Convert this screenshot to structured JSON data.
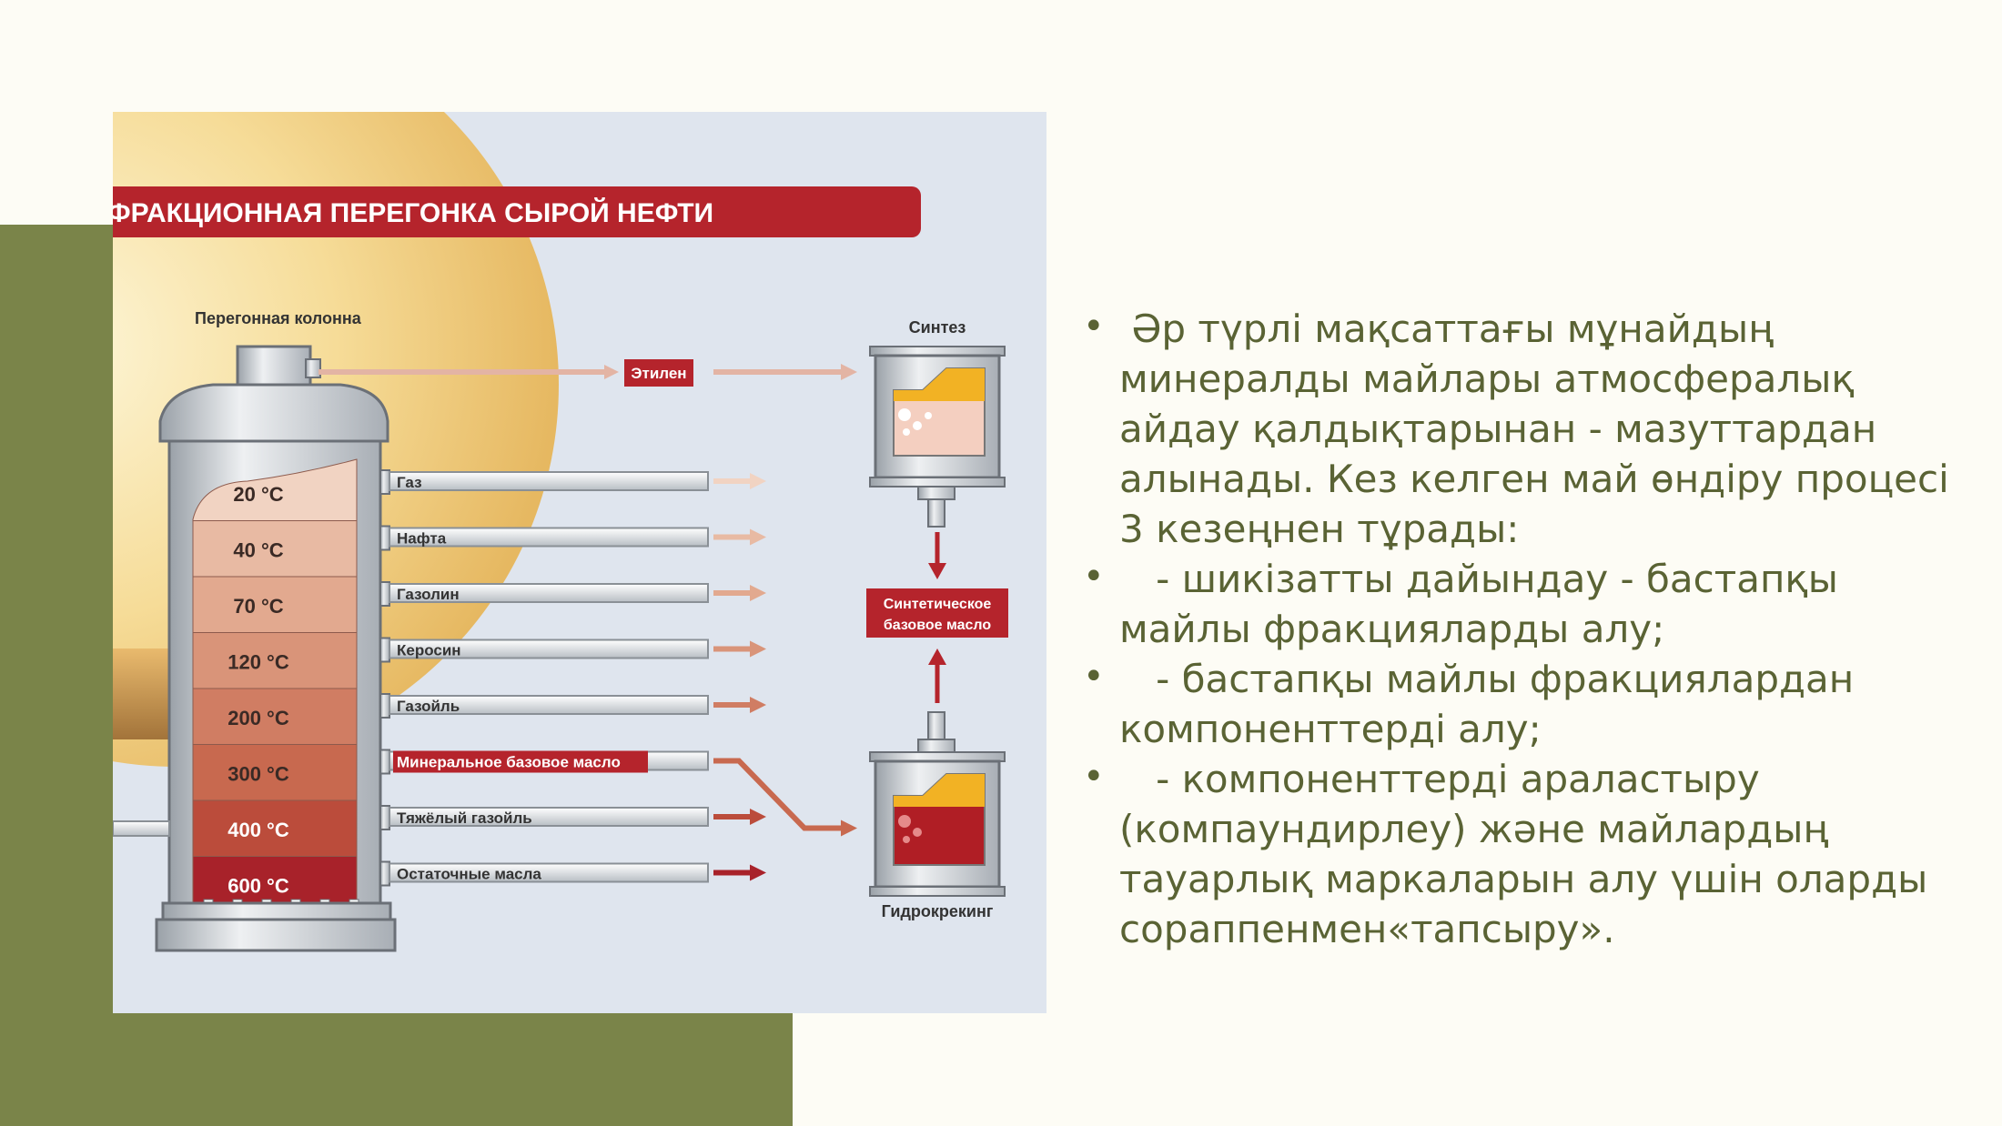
{
  "diagram": {
    "title": "ФРАКЦИОННАЯ ПЕРЕГОНКА СЫРОЙ НЕФТИ",
    "column_label": "Перегонная колонна",
    "synthesis_label": "Синтез",
    "hydrocracking_label": "Гидрокрекинг",
    "ethylene_label": "Этилен",
    "synthetic_oil_line1": "Синтетическое",
    "synthetic_oil_line2": "базовое масло",
    "levels": [
      {
        "temp": "20 °C",
        "product": "Газ",
        "color": "#f1d3c2"
      },
      {
        "temp": "40 °C",
        "product": "Нафта",
        "color": "#e8baa3"
      },
      {
        "temp": "70 °C",
        "product": "Газолин",
        "color": "#e2a98f"
      },
      {
        "temp": "120 °C",
        "product": "Керосин",
        "color": "#d99479"
      },
      {
        "temp": "200 °C",
        "product": "Газойль",
        "color": "#d07d63"
      },
      {
        "temp": "300 °C",
        "product": "Минеральное базовое масло",
        "color": "#c8694f"
      },
      {
        "temp": "400 °C",
        "product": "Тяжёлый газойль",
        "color": "#bb4c3b"
      },
      {
        "temp": "600 °C",
        "product": "Остаточные масла",
        "color": "#a8222a"
      }
    ],
    "accent_color": "#b5242c"
  },
  "bullets": [
    " Әр түрлі мақсаттағы мұнайдың минералды майлары атмосфералық айдау қалдықтарынан - мазуттардан алынады. Кез келген май өндіру процесі 3 кезеңнен тұрады:",
    "   - шикізатты дайындау - бастапқы майлы фракцияларды алу;",
    "   - бастапқы майлы фракциялардан компоненттерді алу;",
    "   - компоненттерді араластыру (компаундирлеу) және майлардың тауарлық маркаларын алу үшін оларды сораппенмен«тапсыру»."
  ]
}
